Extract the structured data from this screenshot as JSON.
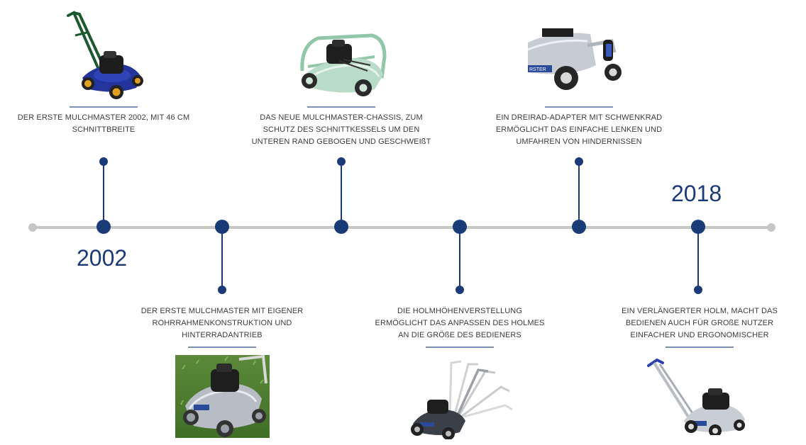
{
  "years": {
    "start": "2002",
    "end": "2018"
  },
  "milestones": [
    {
      "id": "m1",
      "caption": "DER ERSTE MULCHMASTER 2002, MIT 46 CM SCHNITTBREITE",
      "image": "blue-mower-2002-icon"
    },
    {
      "id": "m2",
      "caption": "DER ERSTE MULCHMASTER MIT EIGENER ROHRRAHMENKONSTRUKTION UND HINTERRADANTRIEB",
      "image": "silver-mower-on-grass-icon"
    },
    {
      "id": "m3",
      "caption": "DAS NEUE MULCHMASTER-CHASSIS, ZUM SCHUTZ DES SCHNITTKESSELS UM DEN UNTEREN RAND GEBOGEN UND GESCHWEIßT",
      "image": "green-chassis-mower-icon"
    },
    {
      "id": "m4",
      "caption": "DIE HOLMHÖHENVERSTELLUNG ERMÖGLICHT DAS ANPASSEN DES HOLMES AN DIE GRÖßE DES BEDIENERS",
      "image": "adjustable-handle-mower-icon"
    },
    {
      "id": "m5",
      "caption": "EIN DREIRAD-ADAPTER MIT SCHWENKRAD ERMÖGLICHT DAS EINFACHE LENKEN UND UMFAHREN VON HINDERNISSEN",
      "image": "swivel-wheel-mower-icon",
      "brand_text": "RSTER"
    },
    {
      "id": "m6",
      "caption": "EIN VERLÄNGERTER HOLM, MACHT DAS BEDIENEN AUCH FÜR GROßE NUTZER EINFACHER UND ERGONOMISCHER",
      "image": "extended-handle-mower-icon"
    }
  ],
  "colors": {
    "accent": "#1b3a78",
    "line": "#c6c6c6",
    "text": "#3b3b3b"
  }
}
